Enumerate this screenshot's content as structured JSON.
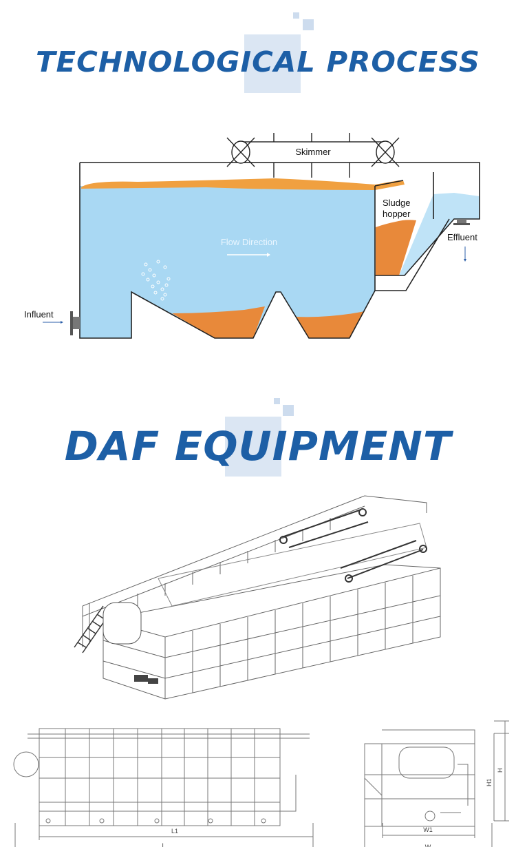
{
  "section1": {
    "title": "TECHNOLOGICAL PROCESS",
    "labels": {
      "skimmer": "Skimmer",
      "sludge_hopper_line1": "Sludge",
      "sludge_hopper_line2": "hopper",
      "flow_direction": "Flow Direction",
      "influent": "Influent",
      "effluent": "Effluent"
    }
  },
  "section2": {
    "title": "DAF EQUIPMENT",
    "dimensions": {
      "l1": "L1",
      "l": "L",
      "w1": "W1",
      "w": "W",
      "h": "H",
      "h1": "H1"
    }
  },
  "colors": {
    "title": "#1d5fa6",
    "water": "#a9d8f3",
    "sludge": "#e8893a",
    "scum": "#f0a040"
  }
}
